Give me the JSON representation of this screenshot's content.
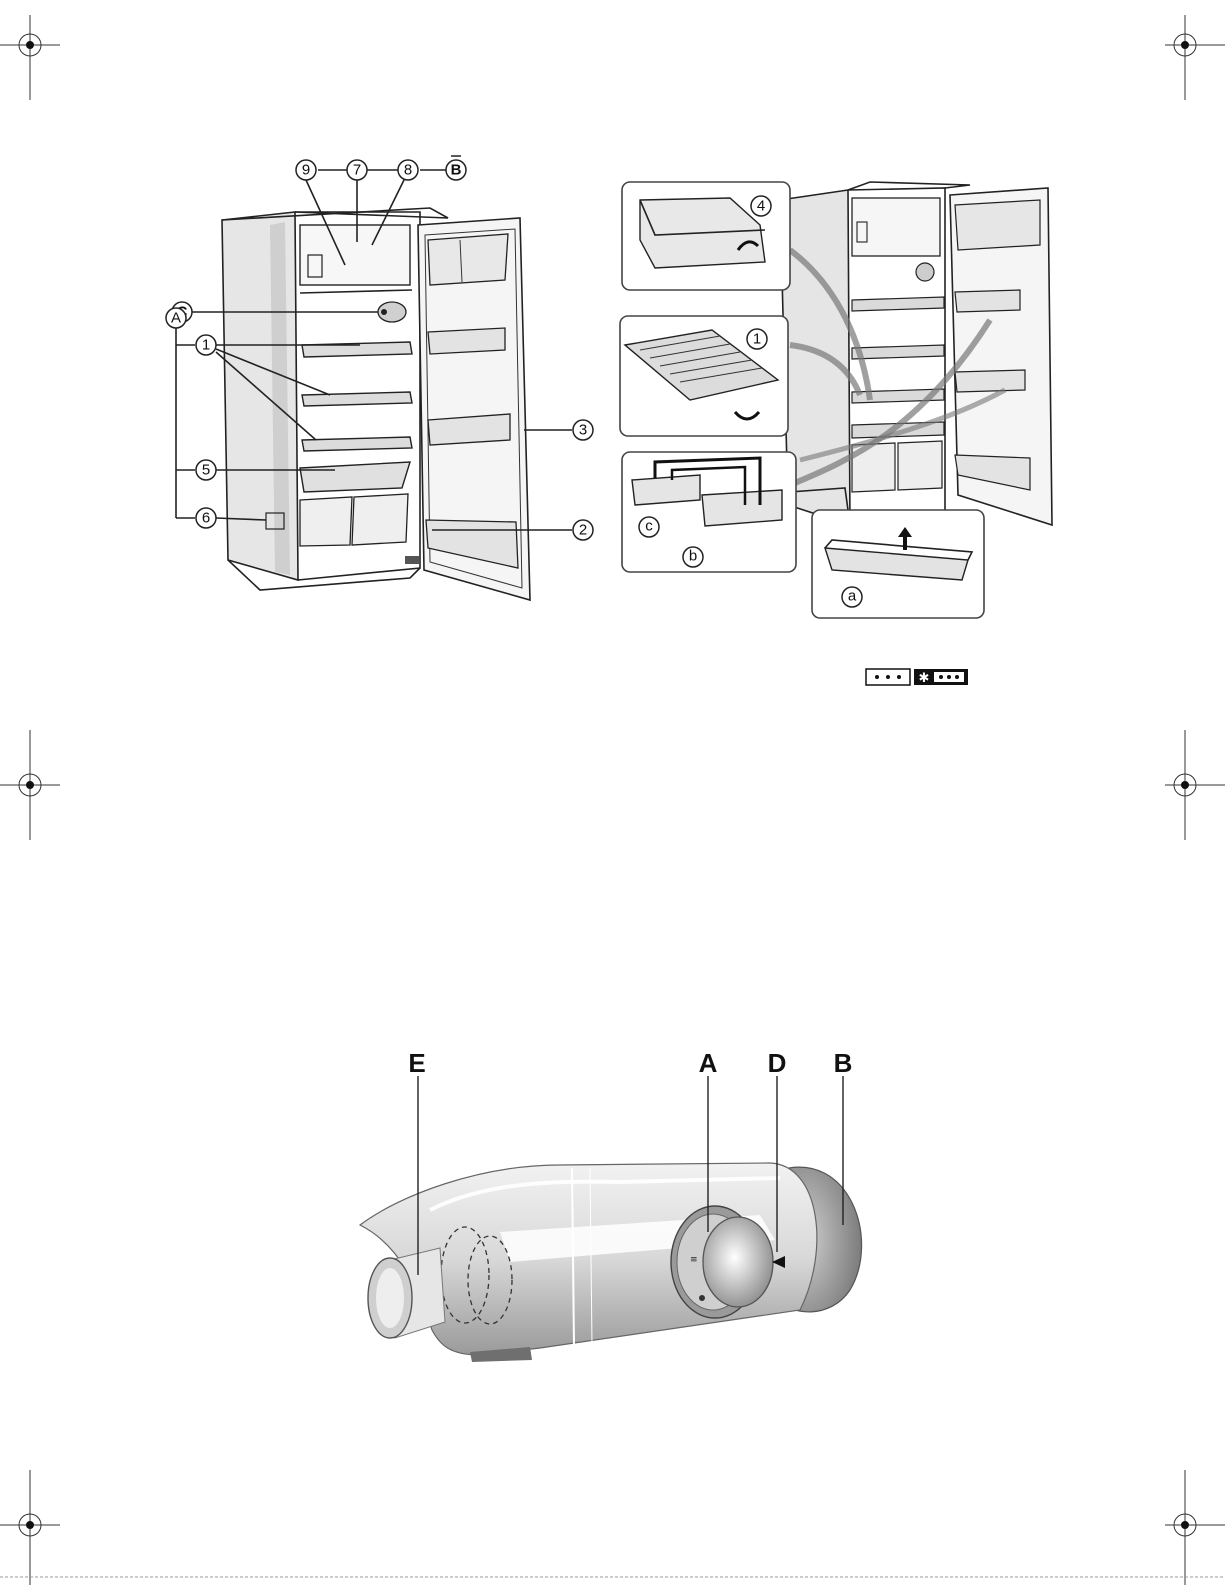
{
  "figure1": {
    "callouts": [
      {
        "label": "9"
      },
      {
        "label": "7"
      },
      {
        "label": "8"
      },
      {
        "label": "B"
      },
      {
        "label": "C"
      },
      {
        "label": "A"
      },
      {
        "label": "1"
      },
      {
        "label": "5"
      },
      {
        "label": "6"
      },
      {
        "label": "3"
      },
      {
        "label": "2"
      }
    ]
  },
  "figure2": {
    "insets": [
      {
        "label": "4"
      },
      {
        "label": "1"
      },
      {
        "label": "c"
      },
      {
        "label": "b"
      },
      {
        "label": "a"
      }
    ]
  },
  "figure3": {
    "labels": [
      {
        "label": "E"
      },
      {
        "label": "A"
      },
      {
        "label": "D"
      },
      {
        "label": "B"
      }
    ]
  }
}
